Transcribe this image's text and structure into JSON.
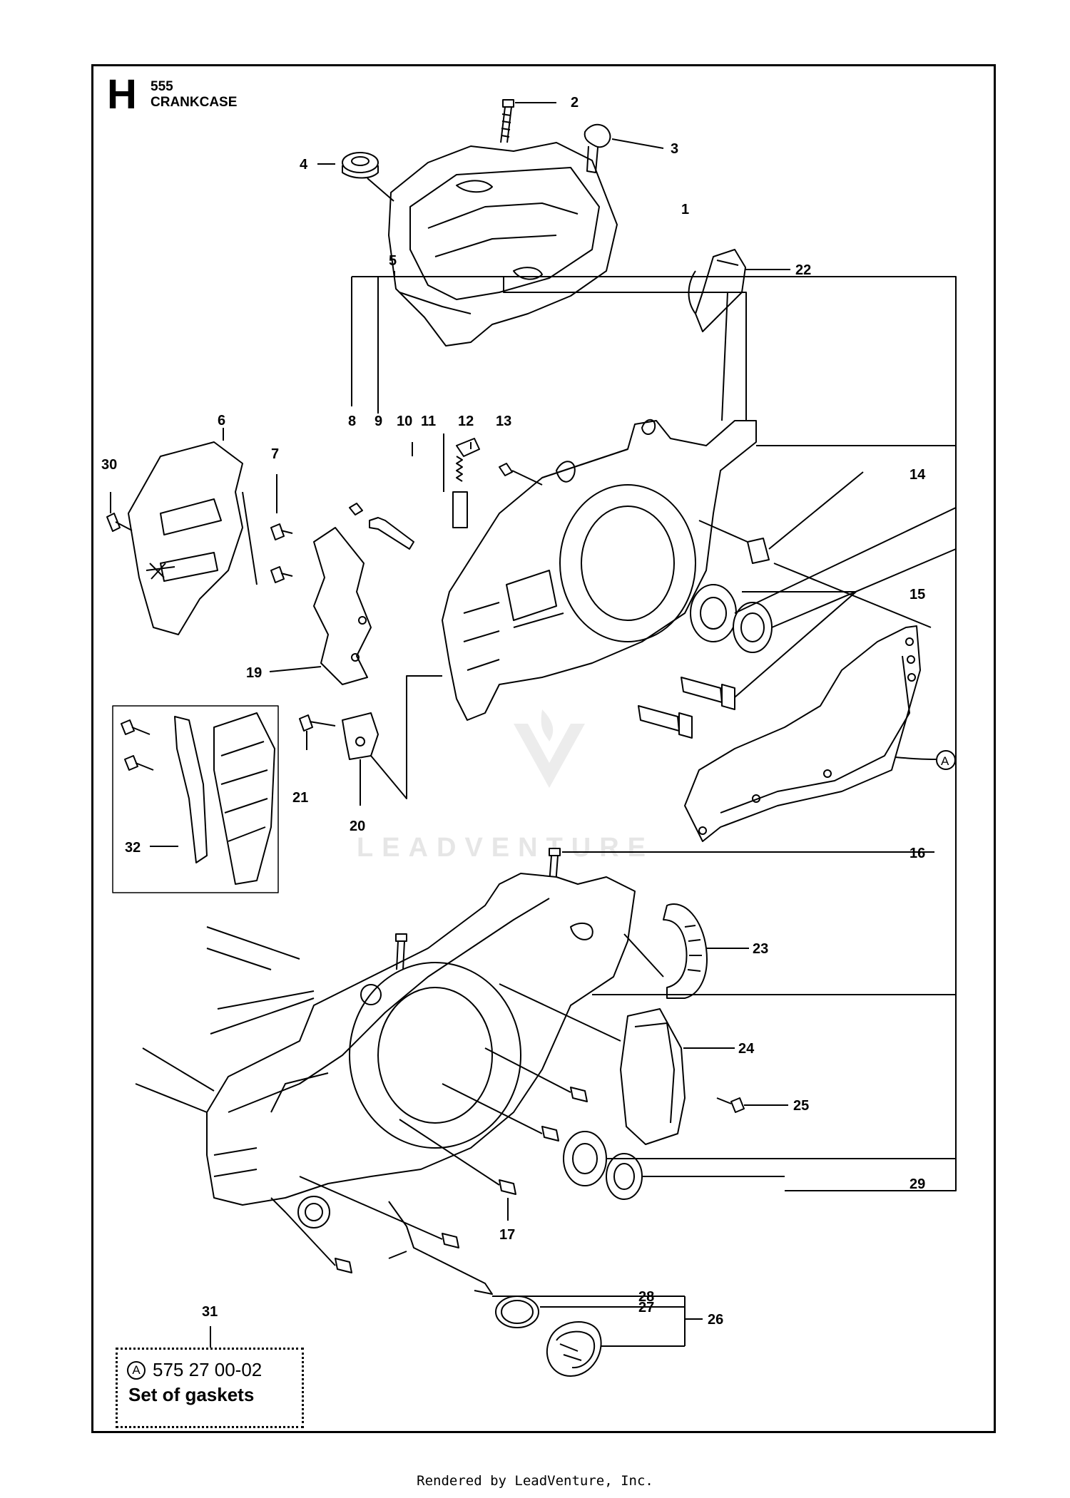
{
  "header": {
    "section_letter": "H",
    "model": "555",
    "section_title": "CRANKCASE"
  },
  "callouts": [
    "1",
    "2",
    "3",
    "4",
    "5",
    "6",
    "7",
    "8",
    "9",
    "10",
    "11",
    "12",
    "13",
    "14",
    "15",
    "16",
    "17",
    "19",
    "20",
    "21",
    "22",
    "23",
    "24",
    "25",
    "26",
    "27",
    "28",
    "29",
    "30",
    "31",
    "32",
    "A"
  ],
  "gasket_note": {
    "ref": "A",
    "part_number": "575 27 00-02",
    "description": "Set of gaskets"
  },
  "watermark": "LEADVENTURE",
  "footer": "Rendered by LeadVenture, Inc."
}
